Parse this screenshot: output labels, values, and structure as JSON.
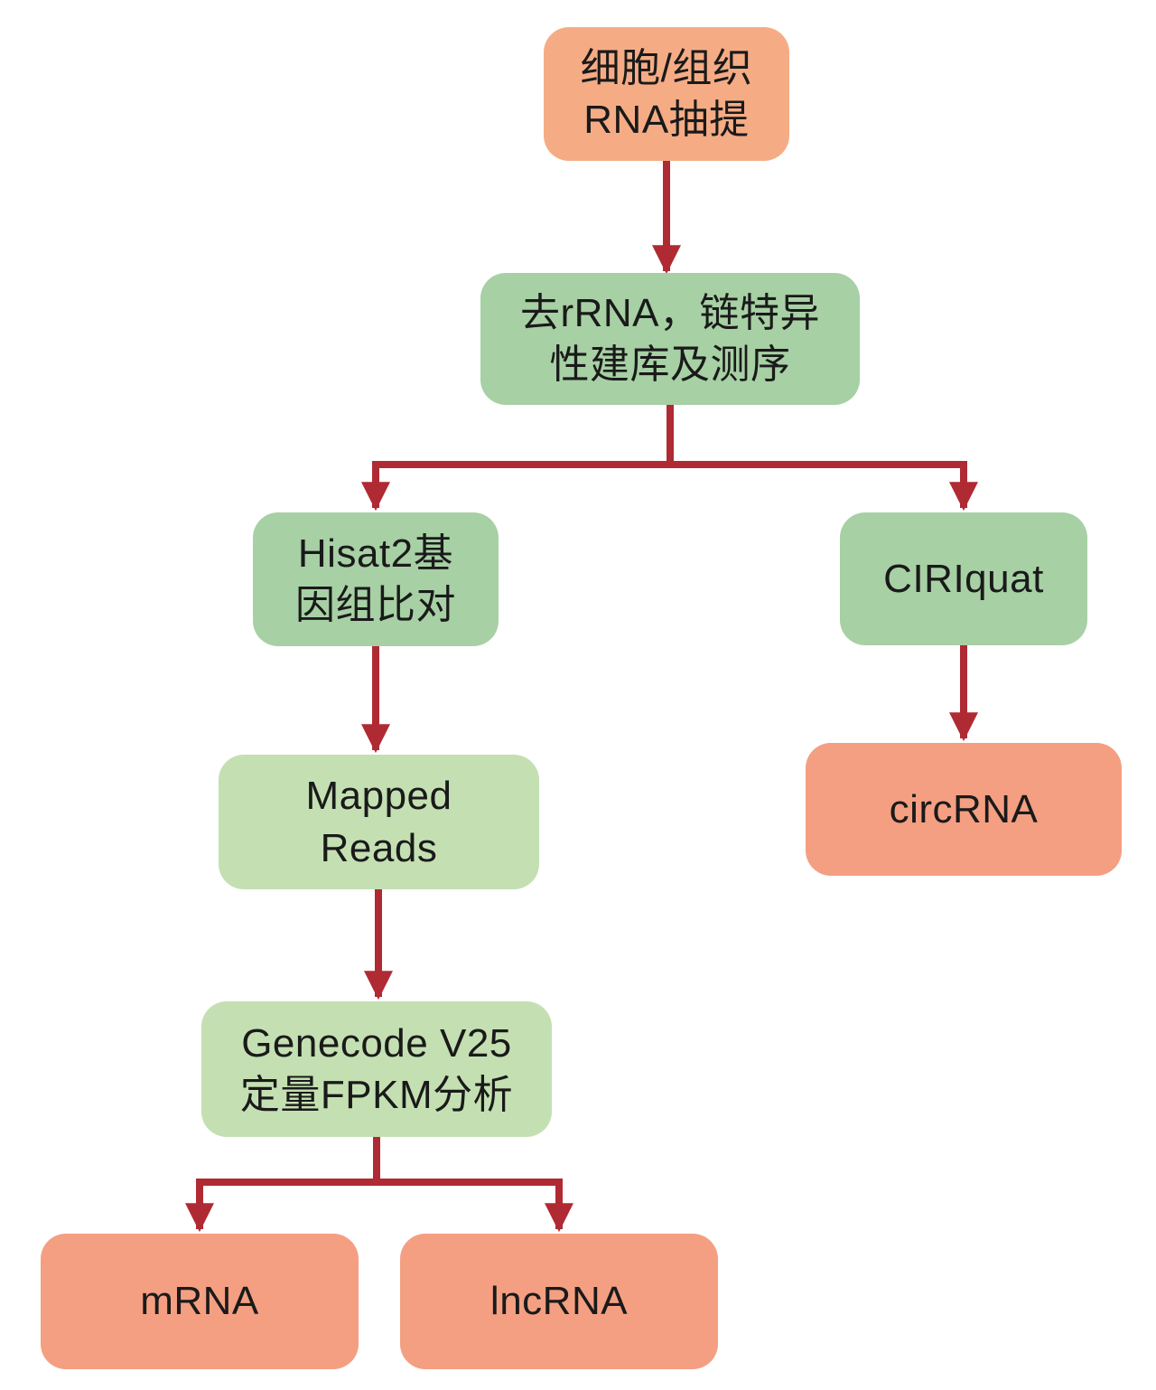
{
  "colors": {
    "background": "#FFFFFF",
    "arrow": "#B02A33",
    "node_orange": "#F5AC85",
    "node_orange_result": "#F49F82",
    "node_green": "#A7D0A4",
    "node_green_light": "#C4E0B2",
    "text": "#1A1A1A"
  },
  "nodes": {
    "extraction": {
      "label": "细胞/组织\nRNA抽提"
    },
    "library": {
      "label": "去rRNA，链特异\n性建库及测序"
    },
    "hisat2": {
      "label": "Hisat2基\n因组比对"
    },
    "ciriquat": {
      "label": "CIRIquat"
    },
    "mapped_reads": {
      "label": "Mapped\nReads"
    },
    "circrna": {
      "label": "circRNA"
    },
    "genecode": {
      "label": "Genecode V25\n定量FPKM分析"
    },
    "mrna": {
      "label": "mRNA"
    },
    "lncrna": {
      "label": "lncRNA"
    }
  },
  "edges": [
    {
      "from": "extraction",
      "to": "library"
    },
    {
      "from": "library",
      "to": "hisat2"
    },
    {
      "from": "library",
      "to": "ciriquat"
    },
    {
      "from": "hisat2",
      "to": "mapped_reads"
    },
    {
      "from": "ciriquat",
      "to": "circrna"
    },
    {
      "from": "mapped_reads",
      "to": "genecode"
    },
    {
      "from": "genecode",
      "to": "mrna"
    },
    {
      "from": "genecode",
      "to": "lncrna"
    }
  ]
}
